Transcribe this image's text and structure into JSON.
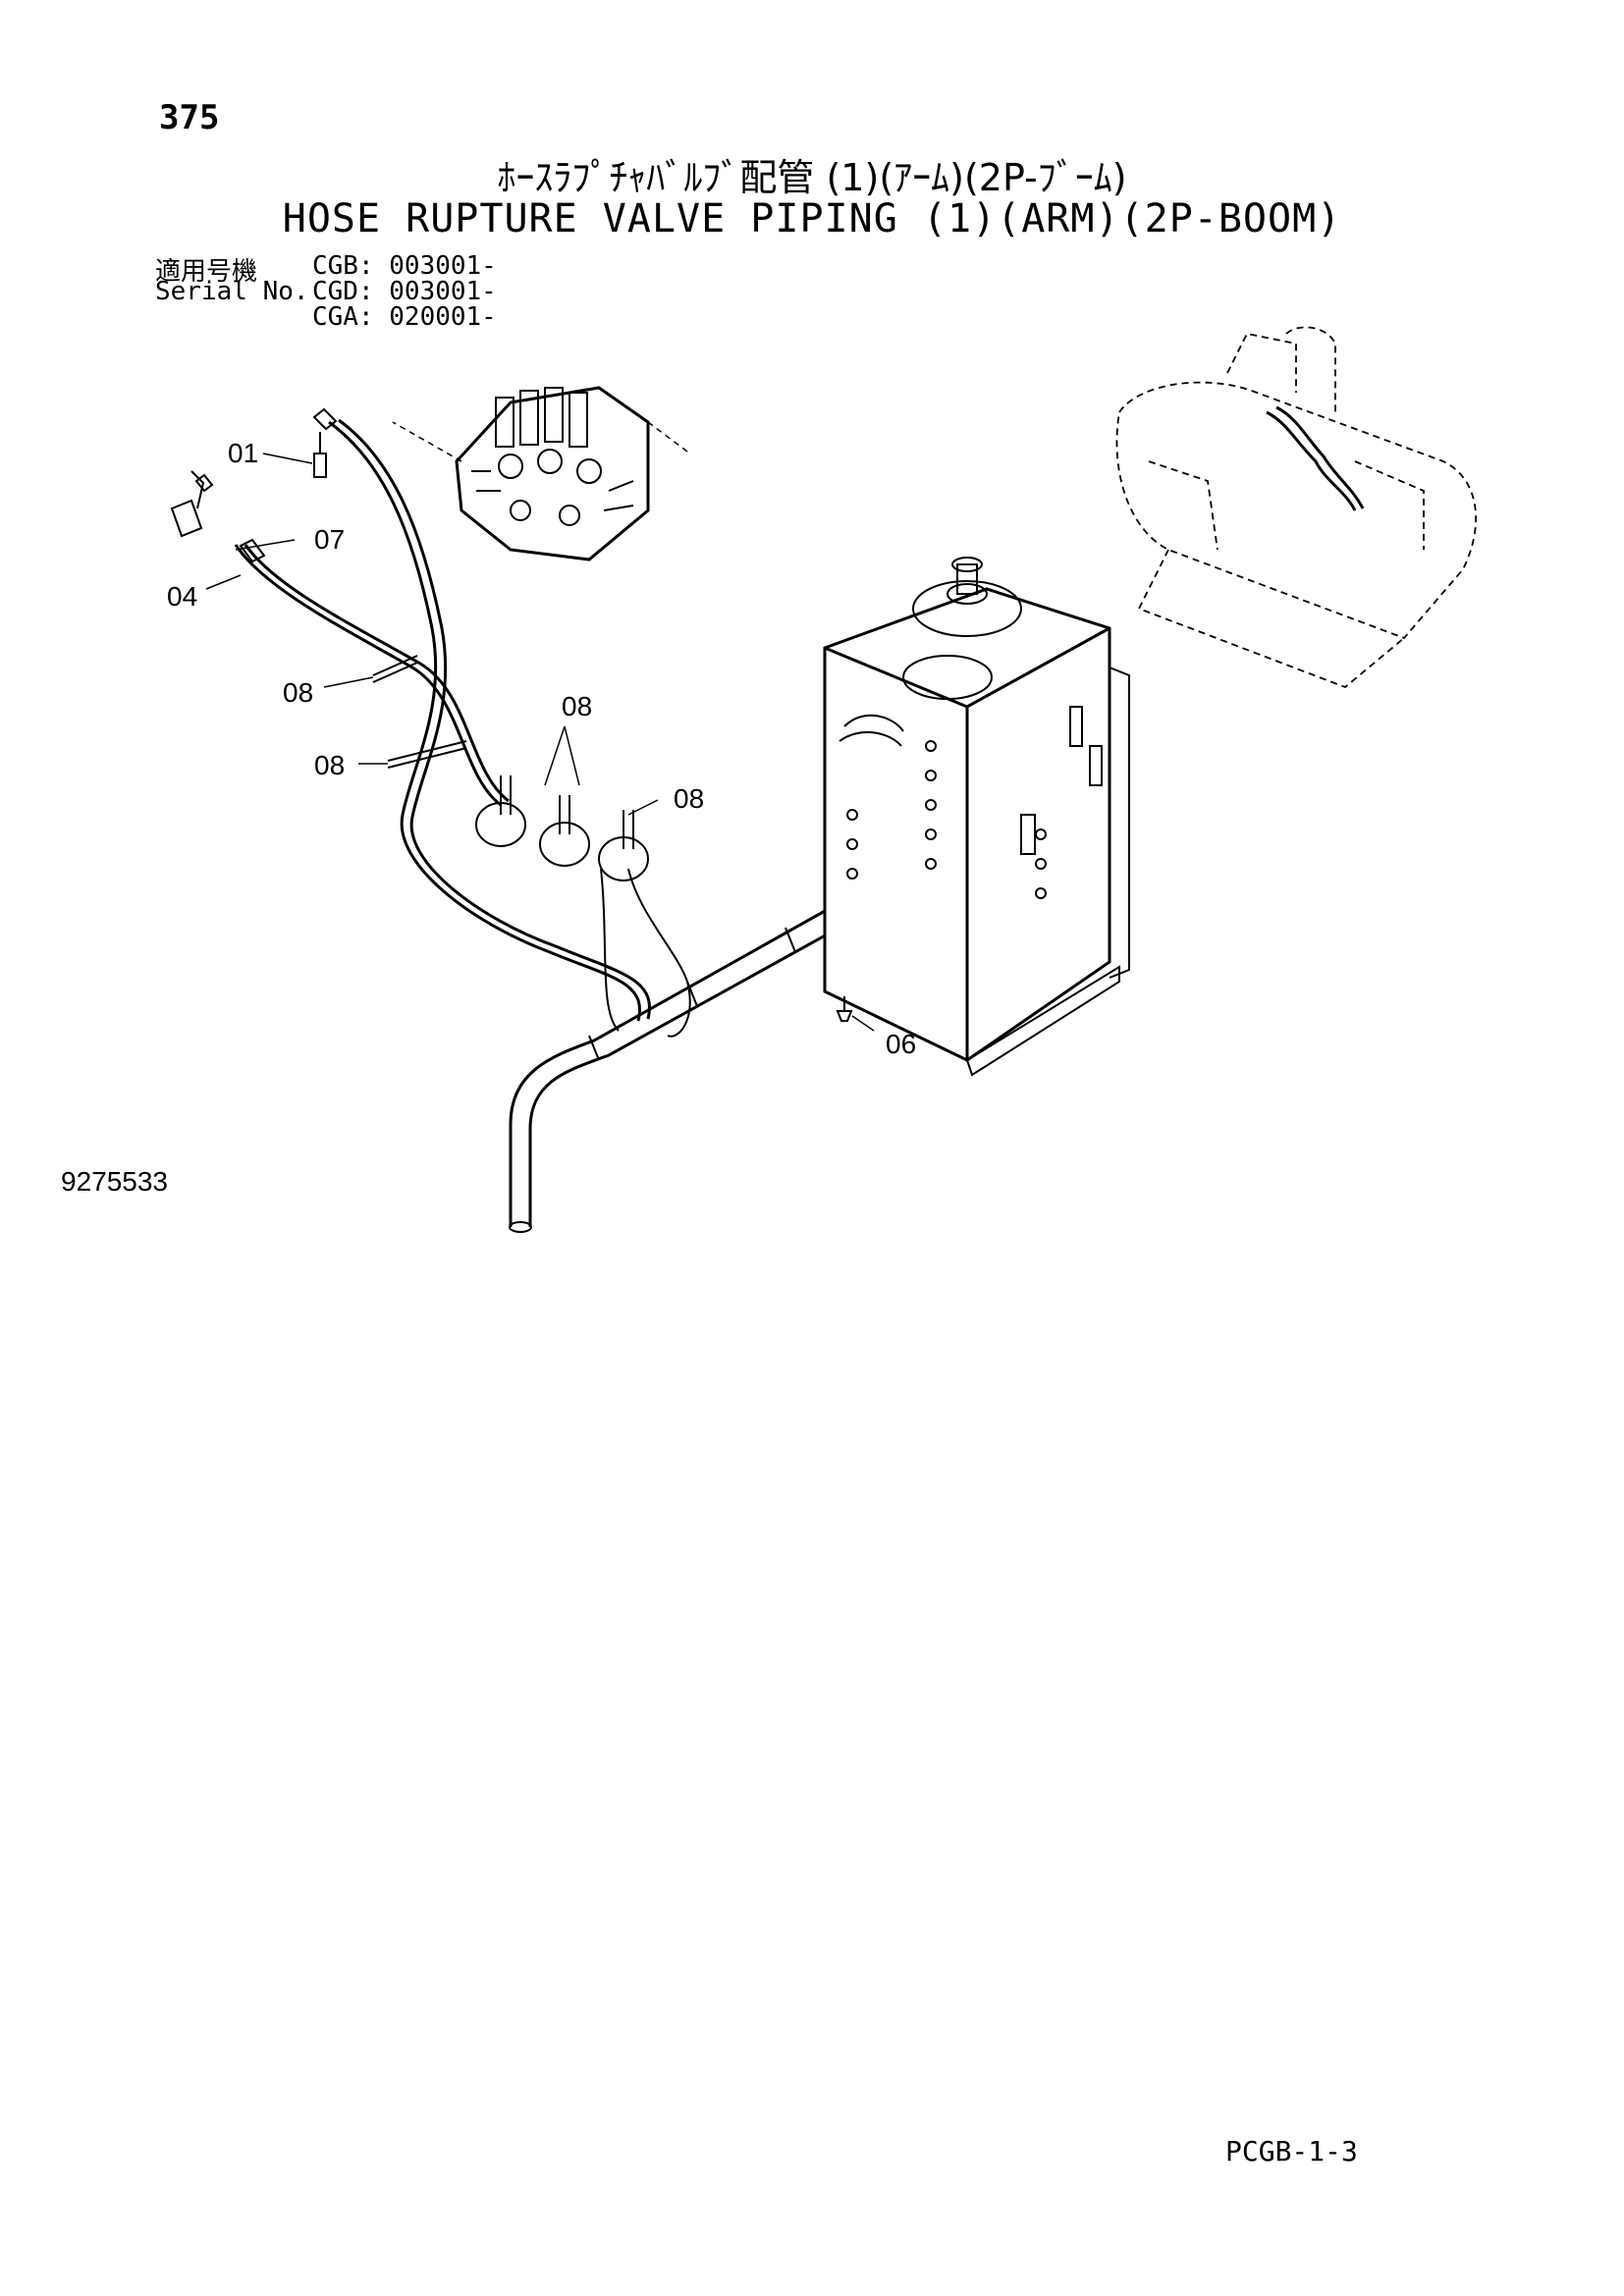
{
  "page_number": "375",
  "title_jp": "ﾎｰｽﾗﾌﾟﾁｬﾊﾞﾙﾌﾞ配管 (1)(ｱｰﾑ)(2P-ﾌﾞｰﾑ)",
  "title_en": "HOSE RUPTURE VALVE PIPING (1)(ARM)(2P-BOOM)",
  "serial": {
    "label_jp": "適用号機",
    "label_en": "Serial No.",
    "entries": [
      "CGB: 003001-",
      "CGD: 003001-",
      "CGA: 020001-"
    ]
  },
  "callouts": [
    "01",
    "07",
    "04",
    "08",
    "08",
    "08",
    "08",
    "06"
  ],
  "figure_id": "9275533",
  "footer_code": "PCGB-1-3"
}
